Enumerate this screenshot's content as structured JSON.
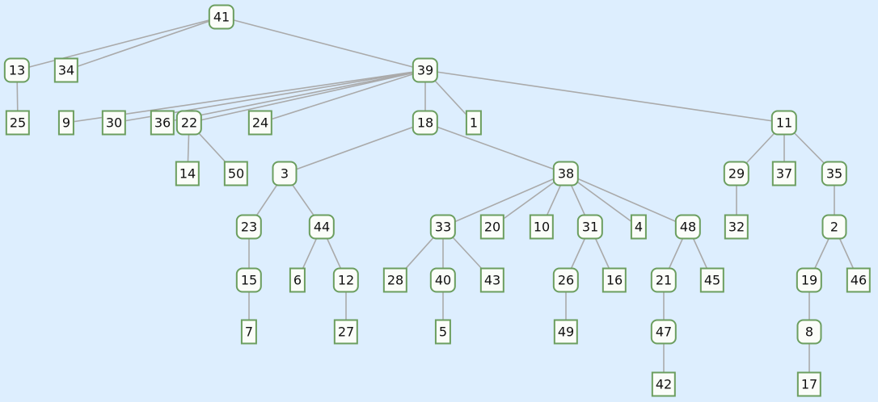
{
  "colors": {
    "background": "#ddeefe",
    "node_border": "#6b9e5f",
    "node_fill": "#fbfdf9",
    "edge": "#aaaaaa"
  },
  "tree": {
    "root": "41",
    "edges": [
      [
        "41",
        "13"
      ],
      [
        "41",
        "34"
      ],
      [
        "41",
        "39"
      ],
      [
        "13",
        "25"
      ],
      [
        "39",
        "9"
      ],
      [
        "39",
        "30"
      ],
      [
        "39",
        "36"
      ],
      [
        "39",
        "22"
      ],
      [
        "39",
        "24"
      ],
      [
        "39",
        "18"
      ],
      [
        "39",
        "1"
      ],
      [
        "39",
        "11"
      ],
      [
        "22",
        "14"
      ],
      [
        "22",
        "50"
      ],
      [
        "18",
        "3"
      ],
      [
        "18",
        "38"
      ],
      [
        "3",
        "23"
      ],
      [
        "3",
        "44"
      ],
      [
        "23",
        "15"
      ],
      [
        "15",
        "7"
      ],
      [
        "44",
        "6"
      ],
      [
        "44",
        "12"
      ],
      [
        "12",
        "27"
      ],
      [
        "38",
        "33"
      ],
      [
        "38",
        "20"
      ],
      [
        "38",
        "10"
      ],
      [
        "38",
        "31"
      ],
      [
        "38",
        "4"
      ],
      [
        "38",
        "48"
      ],
      [
        "33",
        "28"
      ],
      [
        "33",
        "40"
      ],
      [
        "33",
        "43"
      ],
      [
        "40",
        "5"
      ],
      [
        "31",
        "26"
      ],
      [
        "31",
        "16"
      ],
      [
        "26",
        "49"
      ],
      [
        "48",
        "21"
      ],
      [
        "48",
        "45"
      ],
      [
        "21",
        "47"
      ],
      [
        "47",
        "42"
      ],
      [
        "11",
        "29"
      ],
      [
        "11",
        "37"
      ],
      [
        "11",
        "35"
      ],
      [
        "29",
        "32"
      ],
      [
        "35",
        "2"
      ],
      [
        "2",
        "19"
      ],
      [
        "2",
        "46"
      ],
      [
        "19",
        "8"
      ],
      [
        "8",
        "17"
      ]
    ],
    "nodes": [
      {
        "label": "41",
        "kind": "internal"
      },
      {
        "label": "13",
        "kind": "internal"
      },
      {
        "label": "34",
        "kind": "leaf"
      },
      {
        "label": "39",
        "kind": "internal"
      },
      {
        "label": "25",
        "kind": "leaf"
      },
      {
        "label": "9",
        "kind": "leaf"
      },
      {
        "label": "30",
        "kind": "leaf"
      },
      {
        "label": "36",
        "kind": "leaf"
      },
      {
        "label": "22",
        "kind": "internal"
      },
      {
        "label": "24",
        "kind": "leaf"
      },
      {
        "label": "18",
        "kind": "internal"
      },
      {
        "label": "1",
        "kind": "leaf"
      },
      {
        "label": "11",
        "kind": "internal"
      },
      {
        "label": "14",
        "kind": "leaf"
      },
      {
        "label": "50",
        "kind": "leaf"
      },
      {
        "label": "3",
        "kind": "internal"
      },
      {
        "label": "38",
        "kind": "internal"
      },
      {
        "label": "29",
        "kind": "internal"
      },
      {
        "label": "37",
        "kind": "leaf"
      },
      {
        "label": "35",
        "kind": "internal"
      },
      {
        "label": "23",
        "kind": "internal"
      },
      {
        "label": "44",
        "kind": "internal"
      },
      {
        "label": "33",
        "kind": "internal"
      },
      {
        "label": "20",
        "kind": "leaf"
      },
      {
        "label": "10",
        "kind": "leaf"
      },
      {
        "label": "31",
        "kind": "internal"
      },
      {
        "label": "4",
        "kind": "leaf"
      },
      {
        "label": "48",
        "kind": "internal"
      },
      {
        "label": "32",
        "kind": "leaf"
      },
      {
        "label": "2",
        "kind": "internal"
      },
      {
        "label": "15",
        "kind": "internal"
      },
      {
        "label": "6",
        "kind": "leaf"
      },
      {
        "label": "12",
        "kind": "internal"
      },
      {
        "label": "28",
        "kind": "leaf"
      },
      {
        "label": "40",
        "kind": "internal"
      },
      {
        "label": "43",
        "kind": "leaf"
      },
      {
        "label": "26",
        "kind": "internal"
      },
      {
        "label": "16",
        "kind": "leaf"
      },
      {
        "label": "21",
        "kind": "internal"
      },
      {
        "label": "45",
        "kind": "leaf"
      },
      {
        "label": "19",
        "kind": "internal"
      },
      {
        "label": "46",
        "kind": "leaf"
      },
      {
        "label": "7",
        "kind": "leaf"
      },
      {
        "label": "27",
        "kind": "leaf"
      },
      {
        "label": "5",
        "kind": "leaf"
      },
      {
        "label": "49",
        "kind": "leaf"
      },
      {
        "label": "47",
        "kind": "internal"
      },
      {
        "label": "8",
        "kind": "internal"
      },
      {
        "label": "42",
        "kind": "leaf"
      },
      {
        "label": "17",
        "kind": "leaf"
      }
    ]
  }
}
